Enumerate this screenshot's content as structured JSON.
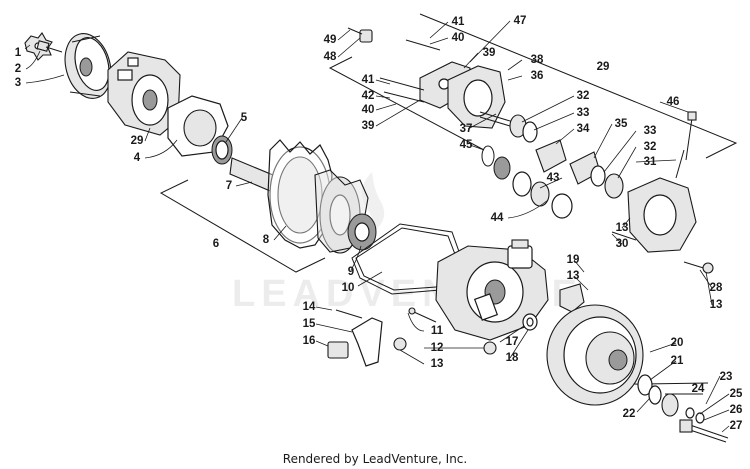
{
  "callouts": [
    {
      "label": "1"
    },
    {
      "label": "2"
    },
    {
      "label": "3"
    },
    {
      "label": "29"
    },
    {
      "label": "4"
    },
    {
      "label": "5"
    },
    {
      "label": "7"
    },
    {
      "label": "6"
    },
    {
      "label": "8"
    },
    {
      "label": "9"
    },
    {
      "label": "10"
    },
    {
      "label": "14"
    },
    {
      "label": "15"
    },
    {
      "label": "16"
    },
    {
      "label": "11"
    },
    {
      "label": "12"
    },
    {
      "label": "13"
    },
    {
      "label": "17"
    },
    {
      "label": "18"
    },
    {
      "label": "19"
    },
    {
      "label": "13"
    },
    {
      "label": "20"
    },
    {
      "label": "21"
    },
    {
      "label": "22"
    },
    {
      "label": "24"
    },
    {
      "label": "23"
    },
    {
      "label": "25"
    },
    {
      "label": "26"
    },
    {
      "label": "27"
    },
    {
      "label": "49"
    },
    {
      "label": "48"
    },
    {
      "label": "41"
    },
    {
      "label": "40"
    },
    {
      "label": "47"
    },
    {
      "label": "39"
    },
    {
      "label": "38"
    },
    {
      "label": "36"
    },
    {
      "label": "29"
    },
    {
      "label": "41"
    },
    {
      "label": "42"
    },
    {
      "label": "40"
    },
    {
      "label": "39"
    },
    {
      "label": "37"
    },
    {
      "label": "32"
    },
    {
      "label": "33"
    },
    {
      "label": "34"
    },
    {
      "label": "35"
    },
    {
      "label": "45"
    },
    {
      "label": "46"
    },
    {
      "label": "33"
    },
    {
      "label": "32"
    },
    {
      "label": "31"
    },
    {
      "label": "43"
    },
    {
      "label": "44"
    },
    {
      "label": "13"
    },
    {
      "label": "30"
    },
    {
      "label": "28"
    },
    {
      "label": "13"
    }
  ],
  "watermark": "LEADVENTURE",
  "footer": "Rendered by LeadVenture, Inc."
}
